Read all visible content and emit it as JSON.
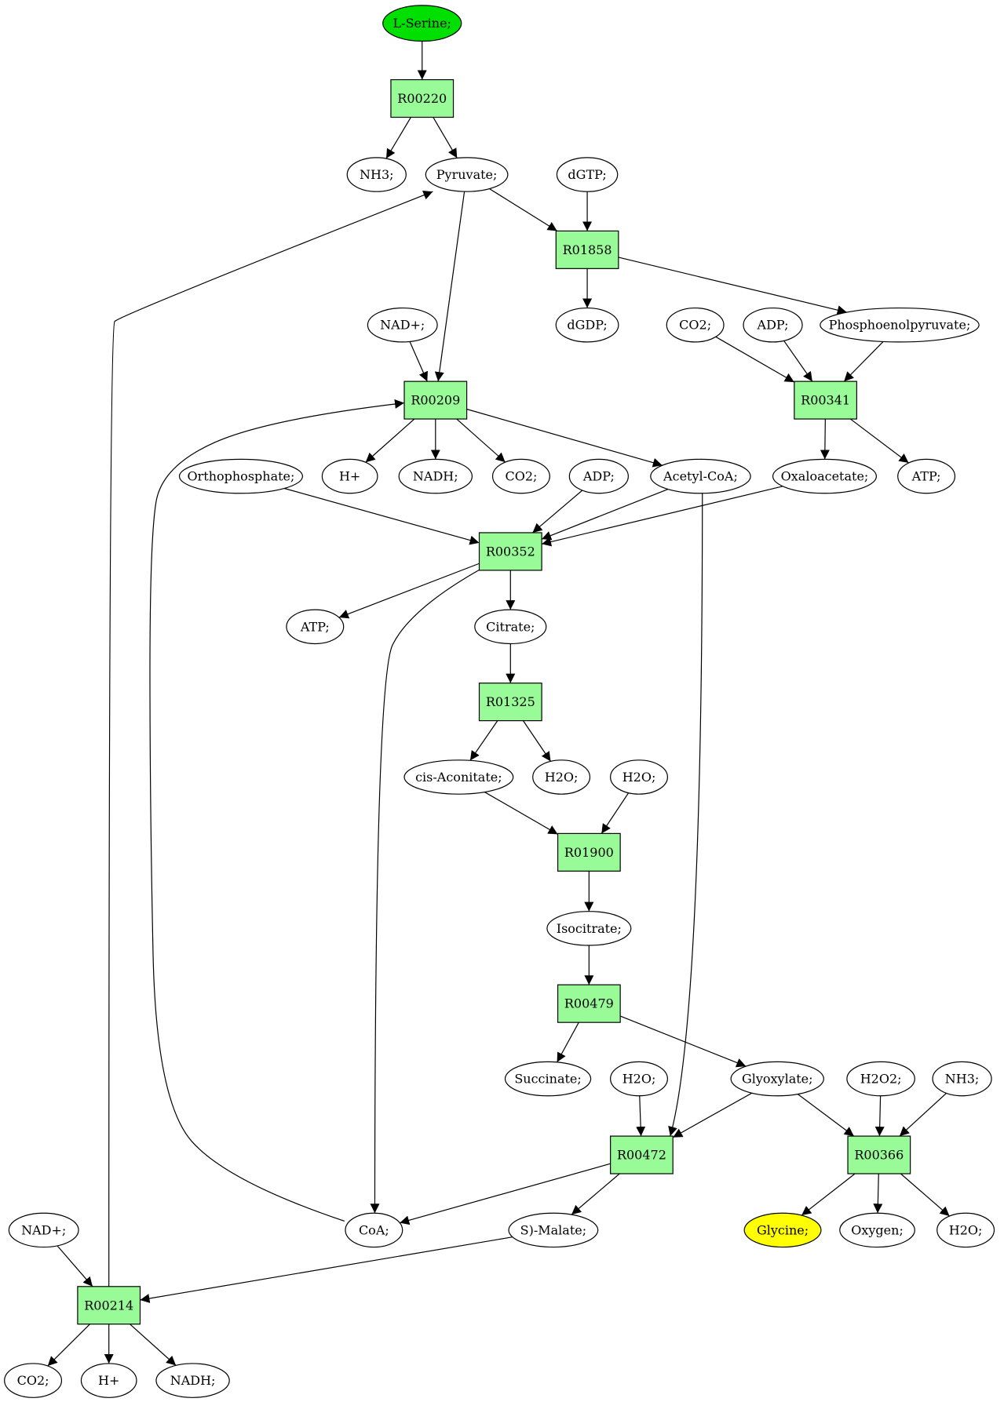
{
  "colors": {
    "reaction_fill": "#98fb98",
    "start_fill": "#00e000",
    "end_fill": "#ffff00",
    "metabolite_fill": "#ffffff",
    "stroke": "#000000"
  },
  "nodes": [
    {
      "id": "l_serine",
      "label": "L-Serine;",
      "shape": "ellipse",
      "role": "start"
    },
    {
      "id": "r00220",
      "label": "R00220",
      "shape": "rect",
      "role": "reaction"
    },
    {
      "id": "nh3_a",
      "label": "NH3;",
      "shape": "ellipse",
      "role": "metabolite"
    },
    {
      "id": "pyruvate",
      "label": "Pyruvate;",
      "shape": "ellipse",
      "role": "metabolite"
    },
    {
      "id": "dgtp",
      "label": "dGTP;",
      "shape": "ellipse",
      "role": "metabolite"
    },
    {
      "id": "r01858",
      "label": "R01858",
      "shape": "rect",
      "role": "reaction"
    },
    {
      "id": "dgdp",
      "label": "dGDP;",
      "shape": "ellipse",
      "role": "metabolite"
    },
    {
      "id": "nadplus_a",
      "label": "NAD+;",
      "shape": "ellipse",
      "role": "metabolite"
    },
    {
      "id": "co2_a",
      "label": "CO2;",
      "shape": "ellipse",
      "role": "metabolite"
    },
    {
      "id": "adp_a",
      "label": "ADP;",
      "shape": "ellipse",
      "role": "metabolite"
    },
    {
      "id": "pep",
      "label": "Phosphoenolpyruvate;",
      "shape": "ellipse",
      "role": "metabolite"
    },
    {
      "id": "r00209",
      "label": "R00209",
      "shape": "rect",
      "role": "reaction"
    },
    {
      "id": "r00341",
      "label": "R00341",
      "shape": "rect",
      "role": "reaction"
    },
    {
      "id": "orthophosphate",
      "label": "Orthophosphate;",
      "shape": "ellipse",
      "role": "metabolite"
    },
    {
      "id": "hplus_a",
      "label": "H+",
      "shape": "ellipse",
      "role": "metabolite"
    },
    {
      "id": "nadh_a",
      "label": "NADH;",
      "shape": "ellipse",
      "role": "metabolite"
    },
    {
      "id": "co2_b",
      "label": "CO2;",
      "shape": "ellipse",
      "role": "metabolite"
    },
    {
      "id": "adp_b",
      "label": "ADP;",
      "shape": "ellipse",
      "role": "metabolite"
    },
    {
      "id": "acetyl_coa",
      "label": "Acetyl-CoA;",
      "shape": "ellipse",
      "role": "metabolite"
    },
    {
      "id": "oxaloacetate",
      "label": "Oxaloacetate;",
      "shape": "ellipse",
      "role": "metabolite"
    },
    {
      "id": "atp_a",
      "label": "ATP;",
      "shape": "ellipse",
      "role": "metabolite"
    },
    {
      "id": "r00352",
      "label": "R00352",
      "shape": "rect",
      "role": "reaction"
    },
    {
      "id": "atp_b",
      "label": "ATP;",
      "shape": "ellipse",
      "role": "metabolite"
    },
    {
      "id": "citrate",
      "label": "Citrate;",
      "shape": "ellipse",
      "role": "metabolite"
    },
    {
      "id": "r01325",
      "label": "R01325",
      "shape": "rect",
      "role": "reaction"
    },
    {
      "id": "cis_aconitate",
      "label": "cis-Aconitate;",
      "shape": "ellipse",
      "role": "metabolite"
    },
    {
      "id": "h2o_a",
      "label": "H2O;",
      "shape": "ellipse",
      "role": "metabolite"
    },
    {
      "id": "h2o_b",
      "label": "H2O;",
      "shape": "ellipse",
      "role": "metabolite"
    },
    {
      "id": "r01900",
      "label": "R01900",
      "shape": "rect",
      "role": "reaction"
    },
    {
      "id": "isocitrate",
      "label": "Isocitrate;",
      "shape": "ellipse",
      "role": "metabolite"
    },
    {
      "id": "r00479",
      "label": "R00479",
      "shape": "rect",
      "role": "reaction"
    },
    {
      "id": "succinate",
      "label": "Succinate;",
      "shape": "ellipse",
      "role": "metabolite"
    },
    {
      "id": "h2o_c",
      "label": "H2O;",
      "shape": "ellipse",
      "role": "metabolite"
    },
    {
      "id": "glyoxylate",
      "label": "Glyoxylate;",
      "shape": "ellipse",
      "role": "metabolite"
    },
    {
      "id": "h2o2",
      "label": "H2O2;",
      "shape": "ellipse",
      "role": "metabolite"
    },
    {
      "id": "nh3_b",
      "label": "NH3;",
      "shape": "ellipse",
      "role": "metabolite"
    },
    {
      "id": "r00472",
      "label": "R00472",
      "shape": "rect",
      "role": "reaction"
    },
    {
      "id": "r00366",
      "label": "R00366",
      "shape": "rect",
      "role": "reaction"
    },
    {
      "id": "nadplus_b",
      "label": "NAD+;",
      "shape": "ellipse",
      "role": "metabolite"
    },
    {
      "id": "coa",
      "label": "CoA;",
      "shape": "ellipse",
      "role": "metabolite"
    },
    {
      "id": "s_malate",
      "label": "S)-Malate;",
      "shape": "ellipse",
      "role": "metabolite"
    },
    {
      "id": "glycine",
      "label": "Glycine;",
      "shape": "ellipse",
      "role": "end"
    },
    {
      "id": "oxygen",
      "label": "Oxygen;",
      "shape": "ellipse",
      "role": "metabolite"
    },
    {
      "id": "h2o_d",
      "label": "H2O;",
      "shape": "ellipse",
      "role": "metabolite"
    },
    {
      "id": "r00214",
      "label": "R00214",
      "shape": "rect",
      "role": "reaction"
    },
    {
      "id": "co2_c",
      "label": "CO2;",
      "shape": "ellipse",
      "role": "metabolite"
    },
    {
      "id": "hplus_b",
      "label": "H+",
      "shape": "ellipse",
      "role": "metabolite"
    },
    {
      "id": "nadh_b",
      "label": "NADH;",
      "shape": "ellipse",
      "role": "metabolite"
    }
  ],
  "edges": [
    {
      "from": "l_serine",
      "to": "r00220"
    },
    {
      "from": "r00220",
      "to": "nh3_a"
    },
    {
      "from": "r00220",
      "to": "pyruvate"
    },
    {
      "from": "pyruvate",
      "to": "r01858"
    },
    {
      "from": "dgtp",
      "to": "r01858"
    },
    {
      "from": "r01858",
      "to": "dgdp"
    },
    {
      "from": "r01858",
      "to": "pep"
    },
    {
      "from": "pyruvate",
      "to": "r00209"
    },
    {
      "from": "nadplus_a",
      "to": "r00209"
    },
    {
      "from": "co2_a",
      "to": "r00341"
    },
    {
      "from": "adp_a",
      "to": "r00341"
    },
    {
      "from": "pep",
      "to": "r00341"
    },
    {
      "from": "r00209",
      "to": "hplus_a"
    },
    {
      "from": "r00209",
      "to": "nadh_a"
    },
    {
      "from": "r00209",
      "to": "co2_b"
    },
    {
      "from": "r00209",
      "to": "acetyl_coa"
    },
    {
      "from": "r00341",
      "to": "oxaloacetate"
    },
    {
      "from": "r00341",
      "to": "atp_a"
    },
    {
      "from": "orthophosphate",
      "to": "r00352"
    },
    {
      "from": "adp_b",
      "to": "r00352"
    },
    {
      "from": "acetyl_coa",
      "to": "r00352"
    },
    {
      "from": "oxaloacetate",
      "to": "r00352"
    },
    {
      "from": "r00352",
      "to": "atp_b"
    },
    {
      "from": "r00352",
      "to": "citrate"
    },
    {
      "from": "r00352",
      "to": "coa"
    },
    {
      "from": "citrate",
      "to": "r01325"
    },
    {
      "from": "r01325",
      "to": "cis_aconitate"
    },
    {
      "from": "r01325",
      "to": "h2o_a"
    },
    {
      "from": "cis_aconitate",
      "to": "r01900"
    },
    {
      "from": "h2o_b",
      "to": "r01900"
    },
    {
      "from": "r01900",
      "to": "isocitrate"
    },
    {
      "from": "isocitrate",
      "to": "r00479"
    },
    {
      "from": "r00479",
      "to": "succinate"
    },
    {
      "from": "r00479",
      "to": "glyoxylate"
    },
    {
      "from": "h2o_c",
      "to": "r00472"
    },
    {
      "from": "glyoxylate",
      "to": "r00472"
    },
    {
      "from": "acetyl_coa",
      "to": "r00472"
    },
    {
      "from": "glyoxylate",
      "to": "r00366"
    },
    {
      "from": "h2o2",
      "to": "r00366"
    },
    {
      "from": "nh3_b",
      "to": "r00366"
    },
    {
      "from": "r00472",
      "to": "coa"
    },
    {
      "from": "r00472",
      "to": "s_malate"
    },
    {
      "from": "coa",
      "to": "r00209"
    },
    {
      "from": "r00366",
      "to": "glycine"
    },
    {
      "from": "r00366",
      "to": "oxygen"
    },
    {
      "from": "r00366",
      "to": "h2o_d"
    },
    {
      "from": "nadplus_b",
      "to": "r00214"
    },
    {
      "from": "s_malate",
      "to": "r00214"
    },
    {
      "from": "r00214",
      "to": "pyruvate"
    },
    {
      "from": "r00214",
      "to": "co2_c"
    },
    {
      "from": "r00214",
      "to": "hplus_b"
    },
    {
      "from": "r00214",
      "to": "nadh_b"
    }
  ]
}
